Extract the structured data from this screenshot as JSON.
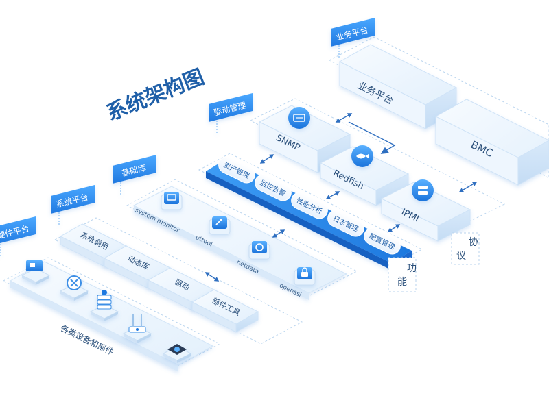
{
  "title": "系统架构图",
  "layer_tags": {
    "hardware": "硬件平台",
    "system": "系统平台",
    "base": "基础库",
    "driver": "驱动管理",
    "business": "业务平台"
  },
  "hardware": {
    "caption": "各类设备和部件"
  },
  "system_blocks": [
    "系统调用",
    "动态库",
    "驱动",
    "部件工具"
  ],
  "base_tools": [
    "system monitor",
    "uttool",
    "netdata",
    "openssl"
  ],
  "functions": [
    "资产管理",
    "监控告警",
    "性能分析",
    "日志管理",
    "配置管理"
  ],
  "function_label": "功能",
  "protocols": [
    "SNMP",
    "Redfish",
    "IPMI"
  ],
  "protocol_label": "协议",
  "business_blocks": [
    "业务平台",
    "BMC"
  ],
  "colors": {
    "accent": "#2f8ff0",
    "accent_dark": "#1f6fd6",
    "tag_blue": "#2d8cf0",
    "block_light": "#eaf4fd",
    "block_face": "#f3f9ff",
    "title_text": "#1f5fa8",
    "dash": "#b9d3ee"
  },
  "icons": {
    "hardware": [
      "monitor-icon",
      "fan-icon",
      "server-stack-icon",
      "router-icon",
      "chip-icon"
    ],
    "base": [
      "monitor-icon",
      "wrench-icon",
      "chart-icon",
      "lock-icon"
    ],
    "protocol": [
      "keyboard-icon",
      "fish-icon",
      "server-icon"
    ]
  }
}
